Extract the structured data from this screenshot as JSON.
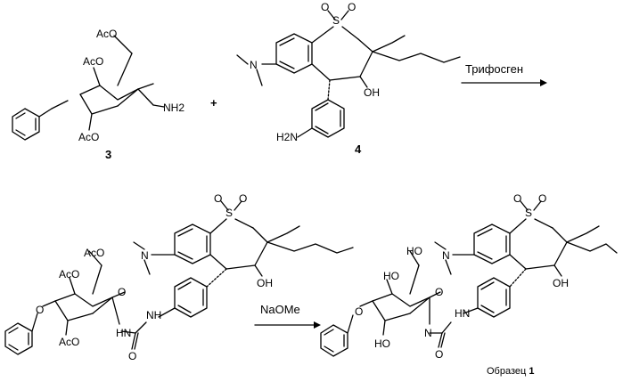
{
  "scheme": {
    "plus_sign": "+",
    "step1": {
      "reagent": "Трифосген"
    },
    "step2": {
      "reagent": "NaOMe"
    }
  },
  "compounds": {
    "compound_3": {
      "number": "3",
      "labels": {
        "ac_c6": "AcO",
        "ac_c4": "AcO",
        "ac_c2": "AcO",
        "amine": "NH2"
      }
    },
    "compound_4": {
      "number": "4",
      "labels": {
        "s": "S",
        "o1": "O",
        "o2": "O",
        "oh": "OH",
        "n_me2": "N",
        "nh2": "H2N"
      }
    },
    "intermediate": {
      "labels": {
        "s": "S",
        "o1": "O",
        "o2": "O",
        "oh": "OH",
        "n": "N",
        "ac_c6": "AcO",
        "ac_c4": "AcO",
        "ac_c2": "AcO",
        "ring_o": "O",
        "urea_nh1": "NH",
        "urea_nh2": "HN",
        "urea_o": "O",
        "bzo": "O"
      }
    },
    "product": {
      "prefix": "Образец",
      "number": "1",
      "labels": {
        "s": "S",
        "o1": "O",
        "o2": "O",
        "oh": "OH",
        "n": "N",
        "ho_c6": "HO",
        "ho_c4": "HO",
        "ho_c2": "HO",
        "ring_o": "O",
        "urea_nh1": "HN",
        "urea_nh2": "N",
        "urea_o": "O",
        "bzo": "O"
      }
    }
  }
}
